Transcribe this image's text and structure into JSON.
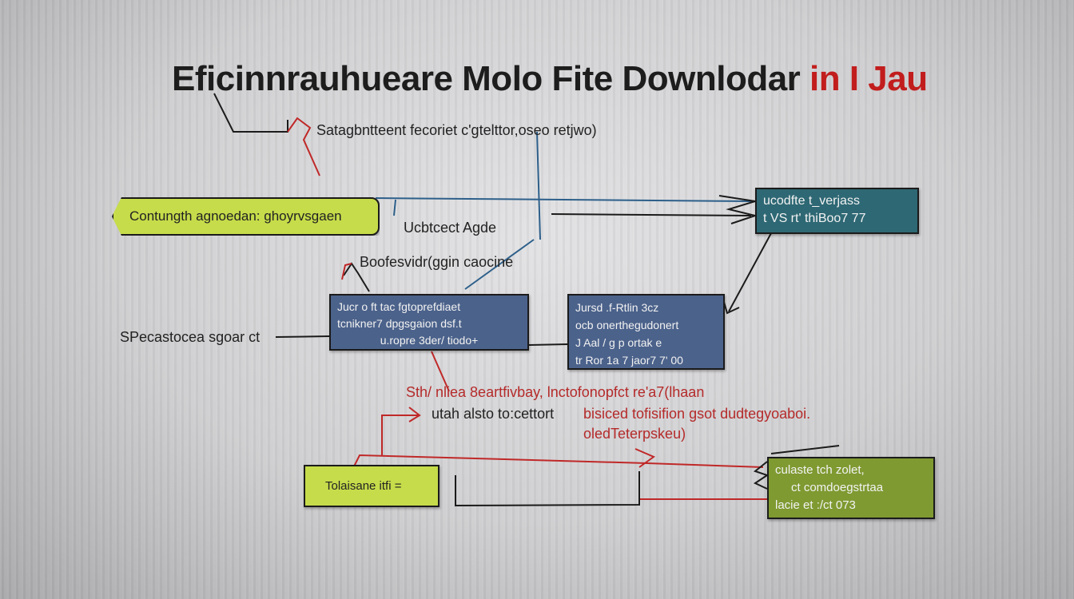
{
  "title": {
    "main": "Eficinnrauhueare Molo Fite Downlodar",
    "accent": " in I Jau"
  },
  "annotations": {
    "top_red": "Satagbntteent fecoriet c'gtelttor,oseo retjwo)",
    "mid_label": "Ucbtcect Agde",
    "middle": "Boofesvidr(ggin caocine",
    "left_label": "SPecastocea sgoar ct",
    "red_line_1": "Sth/ nliea 8eartfivbay, lnctofonopfct re'a7(lhaan",
    "black_line": "utah alsto to:cettort",
    "red_line_2": "bisiced tofisifion gsot dudtegyoaboi.",
    "red_line_3": "oledTeterpskeu)"
  },
  "boxes": {
    "green_top": "Contungth agnoedan: ghoyrvsgaen",
    "teal": [
      "ucodfte t_verjass",
      "t VS rt' thiBoo7 77"
    ],
    "blue_left": [
      "Jucr o ft tac fgtoprefdiaet",
      "tcnikner7 dpgsgaion dsf.t",
      "u.ropre 3der/ tiodo+"
    ],
    "blue_right": [
      "Jursd .f-Rtlin 3cz",
      "ocb onerthegudonert",
      "J Aal / g p ortak e",
      "tr Ror 1a 7 jaor7 7' 00"
    ],
    "green_bottom": "Tolaisane itfi =",
    "olive": [
      "culaste tch zolet,",
      "ct comdoegstrtaa",
      "lacie et :/ct 073"
    ]
  },
  "colors": {
    "accent_red": "#c21d1d",
    "green": "#c6dc4a",
    "teal": "#2e6874",
    "blue": "#4b628b",
    "olive": "#7f9a31"
  }
}
